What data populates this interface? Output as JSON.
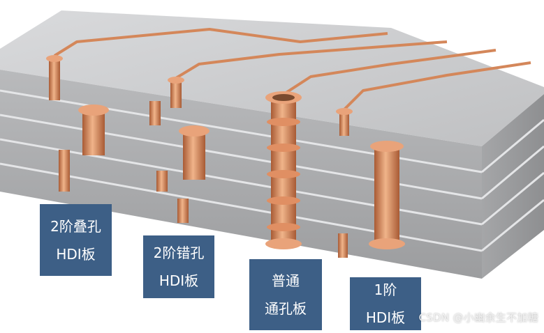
{
  "labels": {
    "stacked_via": [
      "2阶叠孔",
      "HDI板"
    ],
    "staggered_via": [
      "2阶错孔",
      "HDI板"
    ],
    "through_hole": [
      "普通",
      "通孔板"
    ],
    "first_order": [
      "1阶",
      "HDI板"
    ]
  },
  "watermark": "CSDN @小幽余生不加糖",
  "colors": {
    "board_top": "#c9cacc",
    "board_side": "#a8a9ab",
    "copper": "#d4875a",
    "label_bg": "#3d5f86"
  }
}
